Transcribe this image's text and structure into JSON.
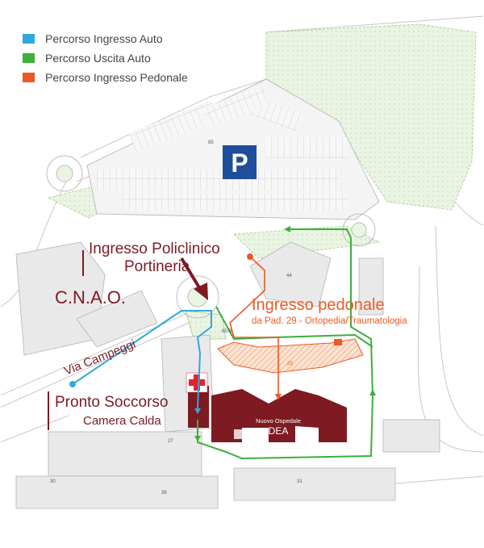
{
  "legend": [
    {
      "label": "Percorso Ingresso Auto",
      "color": "#2fa8e0"
    },
    {
      "label": "Percorso Uscita Auto",
      "color": "#3caf3c"
    },
    {
      "label": "Percorso Ingresso Pedonale",
      "color": "#ec5a24"
    }
  ],
  "colors": {
    "maroon": "#7d1a22",
    "parking_blue": "#1f4e9c",
    "pedestrian_orange": "#ec5a24",
    "green_area": "#e3f0dc",
    "red_cross": "#e3222b"
  },
  "labels": {
    "policlinico_line1": "Ingresso Policlinico",
    "policlinico_line2": "Portineria",
    "cnao": "C.N.A.O.",
    "ped_title": "Ingresso pedonale",
    "ped_subtitle": "da Pad. 29 - Ortopedia/Traumatologia",
    "via": "Via Campeggi",
    "ps_title": "Pronto Soccorso",
    "ps_subtitle": "Camera Calda",
    "dea_line1": "Nuovo Ospedale",
    "dea_line2": "DEA",
    "parking_symbol": "P",
    "small_numbers": [
      "85",
      "44",
      "65/B",
      "29",
      "27",
      "30",
      "36",
      "31"
    ]
  },
  "icons": [
    "parking-icon",
    "red-cross-icon"
  ]
}
